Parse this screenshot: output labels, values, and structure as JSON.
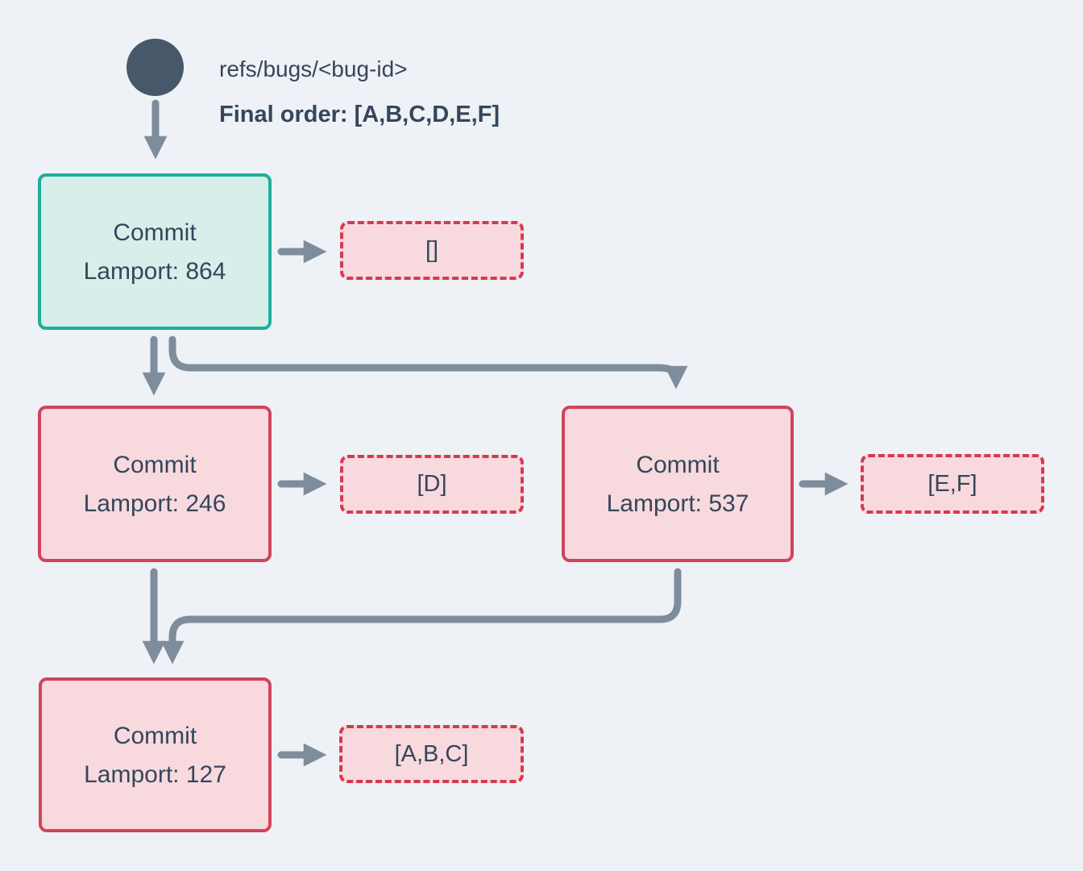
{
  "palette": {
    "background": "#eef2f6",
    "slate": "#46586a",
    "arrow": "#7e8d9c",
    "teal_border": "#1fae9b",
    "teal_fill": "#d7eeea",
    "red_border": "#d0455a",
    "red_fill": "#f7d9de",
    "dashed_border": "#d53a50",
    "text": "#35465a"
  },
  "header": {
    "ref_label": "refs/bugs/<bug-id>",
    "final_order": "Final order: [A,B,C,D,E,F]"
  },
  "nodes": [
    {
      "id": "commit-864",
      "title": "Commit",
      "lamport": "Lamport: 864",
      "payload": "[]",
      "variant": "teal"
    },
    {
      "id": "commit-246",
      "title": "Commit",
      "lamport": "Lamport: 246",
      "payload": "[D]",
      "variant": "red"
    },
    {
      "id": "commit-537",
      "title": "Commit",
      "lamport": "Lamport: 537",
      "payload": "[E,F]",
      "variant": "red"
    },
    {
      "id": "commit-127",
      "title": "Commit",
      "lamport": "Lamport: 127",
      "payload": "[A,B,C]",
      "variant": "red"
    }
  ]
}
